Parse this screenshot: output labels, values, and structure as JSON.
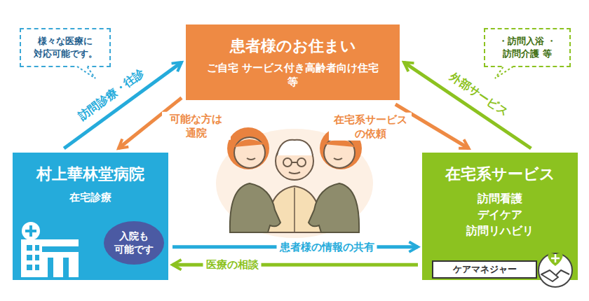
{
  "diagram": {
    "nodes": [
      {
        "text": [
          "様々な医療に 対応可能です。"
        ]
      },
      {
        "text": [
          "患者様のお住まい",
          "ご自宅 サービス付き高齢者向け住宅 等"
        ]
      },
      {
        "text": [
          "・訪問入浴 ・訪問介護 等"
        ]
      },
      {
        "text": [
          "村上華林堂病院",
          "在宅診療"
        ]
      },
      {
        "text": [
          "入院も 可能です"
        ],
        "in": 3
      },
      {
        "text": [
          "在宅系サービス",
          "訪問看護 デイケア 訪問リハビリ"
        ]
      },
      {
        "text": [
          "ケアマネジャー"
        ],
        "in": 5
      }
    ],
    "edges": [
      {
        "from": 3,
        "to": 1,
        "label": "訪問診療・往診",
        "arrow": "to"
      },
      {
        "from": 1,
        "to": 3,
        "label": "可能な方は 通院",
        "arrow": "to"
      },
      {
        "from": 1,
        "to": 5,
        "label": "在宅系サービス の依頼",
        "arrow": "to"
      },
      {
        "from": 5,
        "to": 1,
        "label": "外部サービス",
        "arrow": "to"
      },
      {
        "from": 3,
        "to": 5,
        "label": "患者様の情報の共有",
        "arrow": "to"
      },
      {
        "from": 5,
        "to": 3,
        "label": "医療の相談",
        "arrow": "to"
      }
    ]
  }
}
